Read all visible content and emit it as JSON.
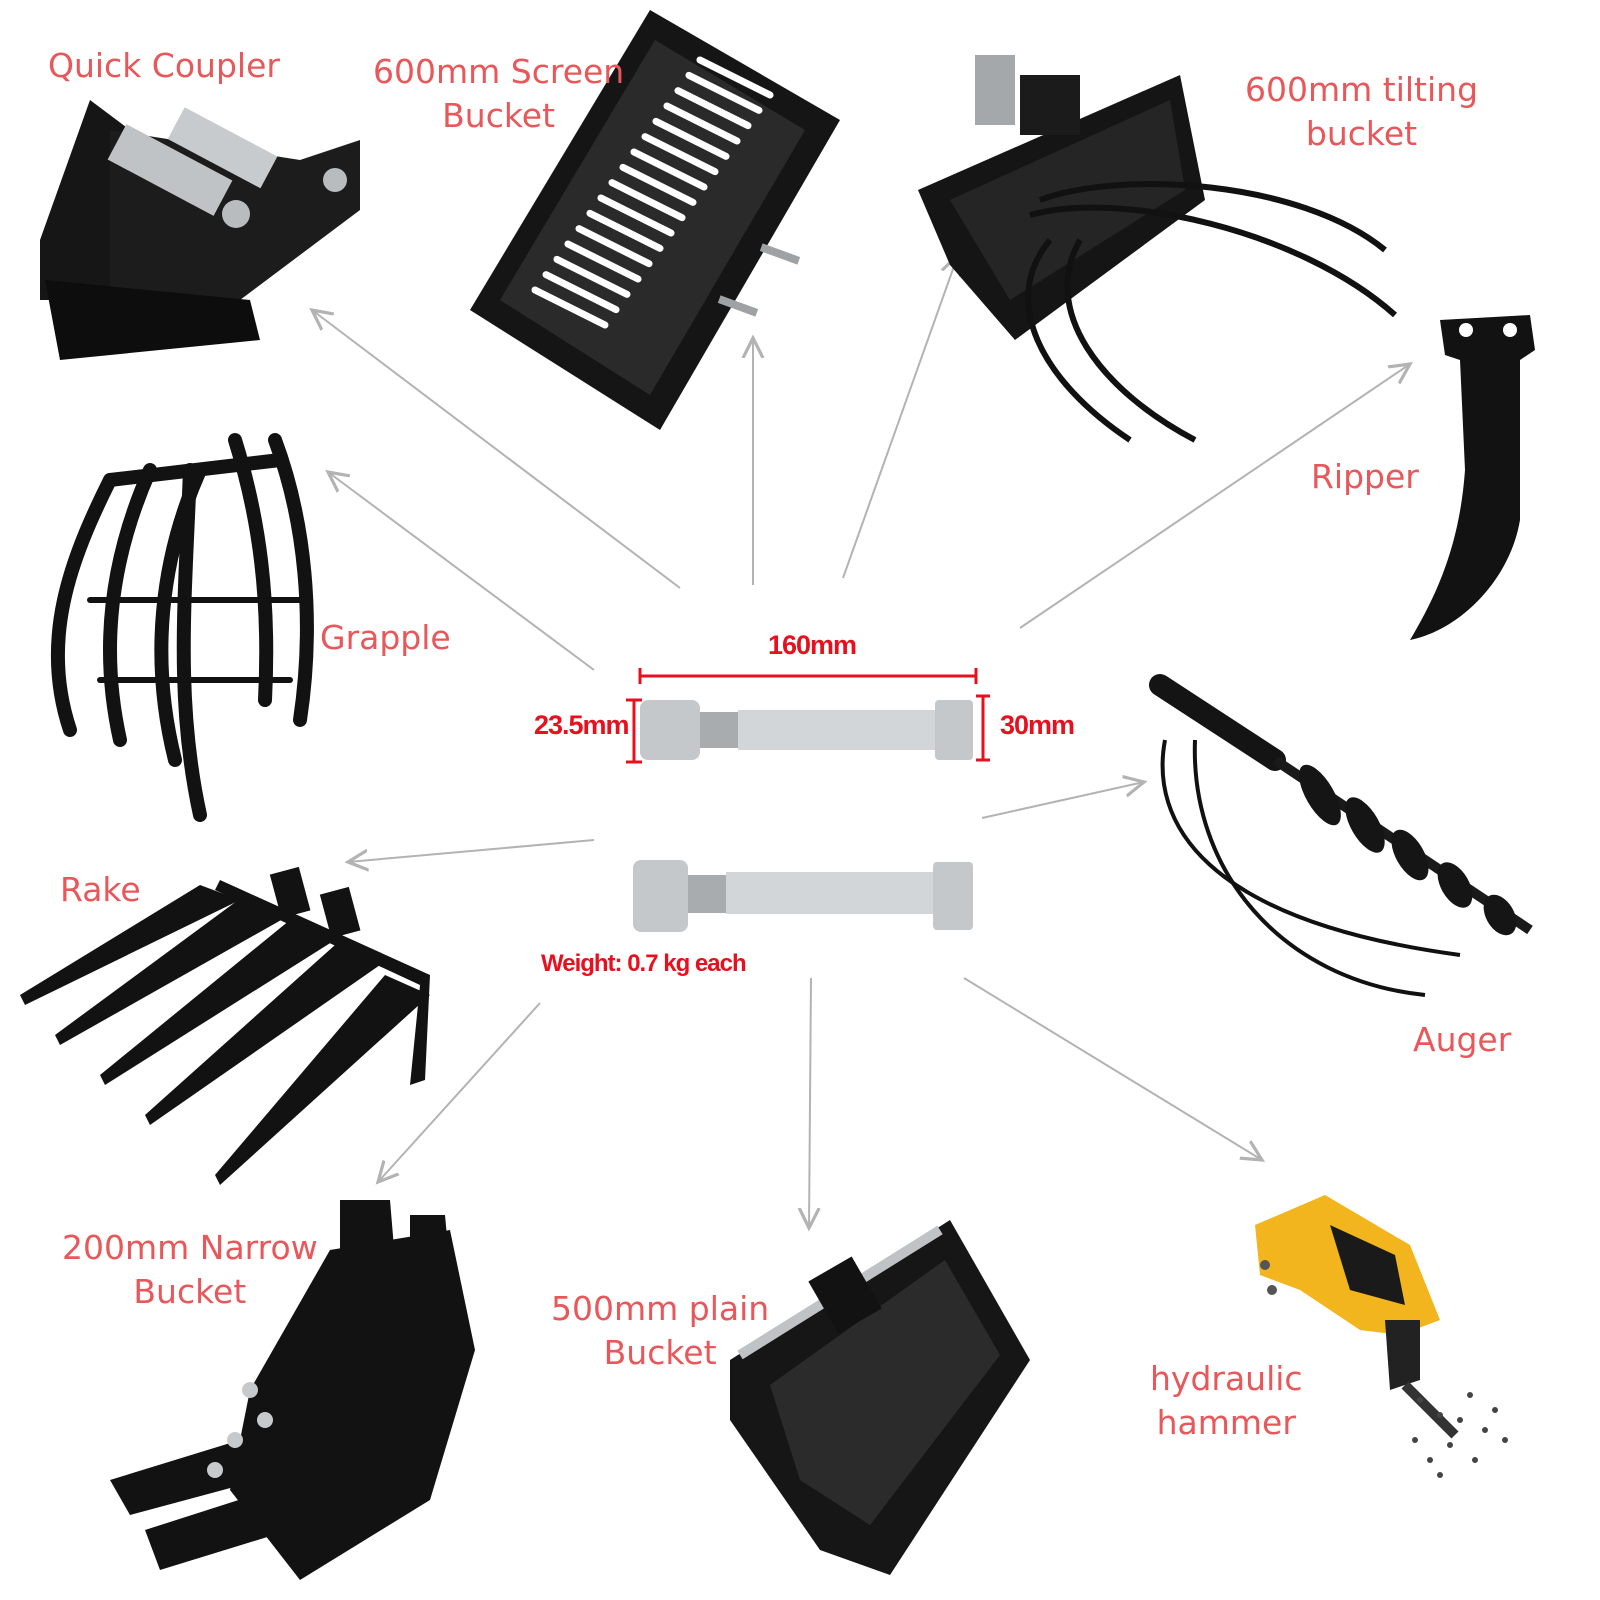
{
  "labels": {
    "quick_coupler": "Quick Coupler",
    "screen_bucket": [
      "600mm Screen",
      "Bucket"
    ],
    "tilting_bucket": [
      "600mm tilting",
      "bucket"
    ],
    "ripper": "Ripper",
    "grapple": "Grapple",
    "auger": "Auger",
    "rake": "Rake",
    "narrow_bucket": [
      "200mm Narrow",
      "Bucket"
    ],
    "plain_bucket": [
      "500mm plain",
      "Bucket"
    ],
    "hydraulic_hammer": [
      "hydraulic",
      "hammer"
    ]
  },
  "pin_specs": {
    "length": "160mm",
    "nut_dim": "23.5mm",
    "head_dim": "30mm",
    "weight": "Weight: 0.7 kg each"
  },
  "colors": {
    "label": "#e8585a",
    "dimension": "#e8101e",
    "arrow": "#b3b3b3",
    "steel": "#c9ccce",
    "attachment": "#111111",
    "hammer": "#f2b51e"
  }
}
